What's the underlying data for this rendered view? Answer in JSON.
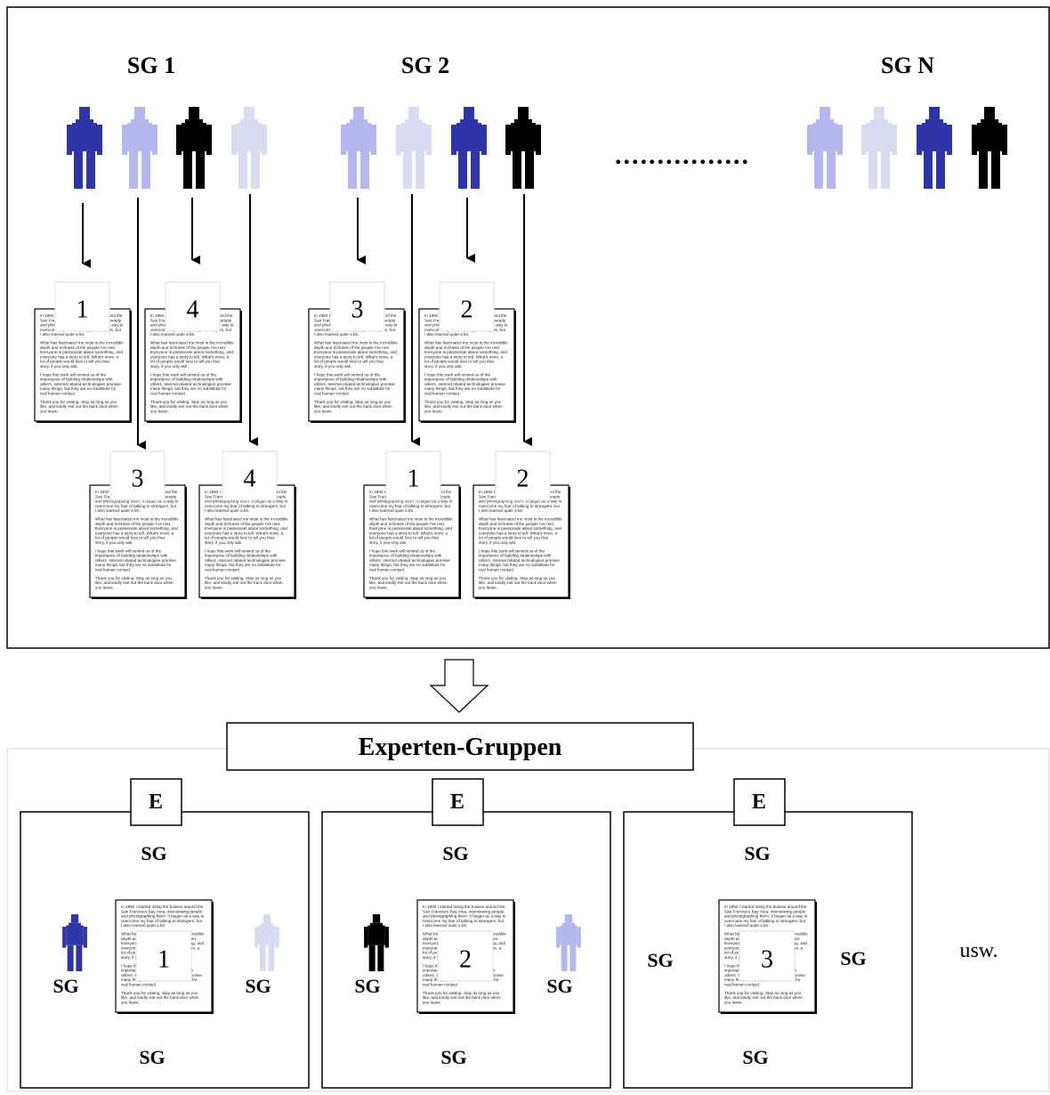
{
  "top": {
    "group_labels": [
      "SG 1",
      "SG 2",
      "SG N"
    ],
    "ellipsis": "................"
  },
  "document_text": {
    "p1": "In 1992 I started riding the busses around the San Francisco Bay Area, interviewing people and photographing them. It began as a way to overcome my fear of talking to strangers, but I also learned quite a bit.",
    "p2": "What has fascinated me most is the incredible depth and richness of the people I've met. Everyone is passionate about something, and everyone has a story to tell. What's more, a lot of people would love to tell you that story, if you only ask.",
    "p3": "I hope this work will remind us of the importance of building relationships with others. Internet related technologies promise many things, but they are no substitute for real human contact.",
    "p4": "Thank you for visiting. Stay as long as you like, and kindly exit out the back door when you leave."
  },
  "top_docs": [
    {
      "num": "1"
    },
    {
      "num": "4"
    },
    {
      "num": "3"
    },
    {
      "num": "4"
    },
    {
      "num": "3"
    },
    {
      "num": "2"
    },
    {
      "num": "1"
    },
    {
      "num": "2"
    }
  ],
  "experts": {
    "title": "Experten-Gruppen",
    "panels": [
      {
        "tag": "E",
        "num": "1",
        "sg_top": "SG",
        "sg_left": "SG",
        "sg_right": "SG",
        "sg_bottom": "SG"
      },
      {
        "tag": "E",
        "num": "2",
        "sg_top": "SG",
        "sg_left": "SG",
        "sg_right": "SG",
        "sg_bottom": "SG"
      },
      {
        "tag": "E",
        "num": "3",
        "sg_top": "SG",
        "sg_left": "SG",
        "sg_right": "SG",
        "sg_bottom": "SG"
      }
    ],
    "usw": "usw."
  },
  "colors": {
    "dark_blue": "#2e35a8",
    "light_blue": "#b4b8ee",
    "pale_blue": "#d8dbf2",
    "black": "#000000"
  }
}
